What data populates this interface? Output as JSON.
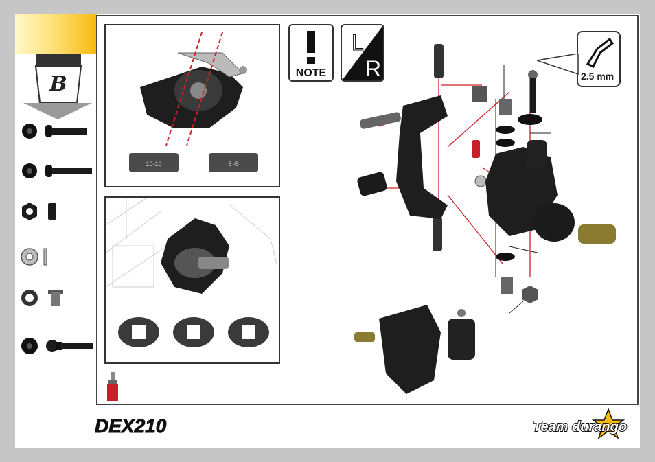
{
  "bag": {
    "letter": "B"
  },
  "note": {
    "label": "NOTE"
  },
  "side": {
    "left": "L",
    "right": "R"
  },
  "tool": {
    "size": "2.5 mm"
  },
  "spacers": {
    "left": "10-10",
    "right": "5 -5"
  },
  "brand": {
    "model": "DEX210",
    "team": "Team durango"
  },
  "colors": {
    "accent_yellow": "#f6b90f",
    "frame": "#444444",
    "line_red": "#d0202a",
    "bg_gray": "#c6c6c6"
  }
}
